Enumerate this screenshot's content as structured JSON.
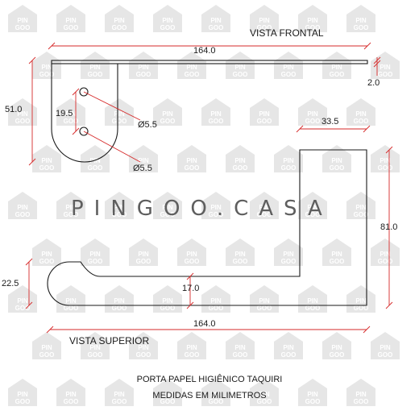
{
  "header": {
    "front_view_title": "VISTA FRONTAL"
  },
  "front_view": {
    "length": "164.0",
    "thickness": "2.0",
    "height": "51.0",
    "hole_spacing": "19.5",
    "hole_top_diameter": "Ø5.5",
    "hole_bottom_diameter": "Ø5.5"
  },
  "watermark": {
    "brand": "PINGOO.CASA",
    "badge_line1": "PIN",
    "badge_line2": "GOO"
  },
  "top_view": {
    "arm_width": "33.5",
    "arm_length": "81.0",
    "base_width": "22.5",
    "slot_depth": "17.0",
    "length": "164.0",
    "title": "VISTA SUPERIOR"
  },
  "footer": {
    "product_name": "PORTA PAPEL HIGIÊNICO TAQUIRI",
    "units_note": "MEDIDAS EM MILIMETROS"
  },
  "colors": {
    "line": "#1a1a1a",
    "dimension": "#d62a2a",
    "watermark": "#e6e6e6",
    "brand": "#5e5e5e"
  }
}
